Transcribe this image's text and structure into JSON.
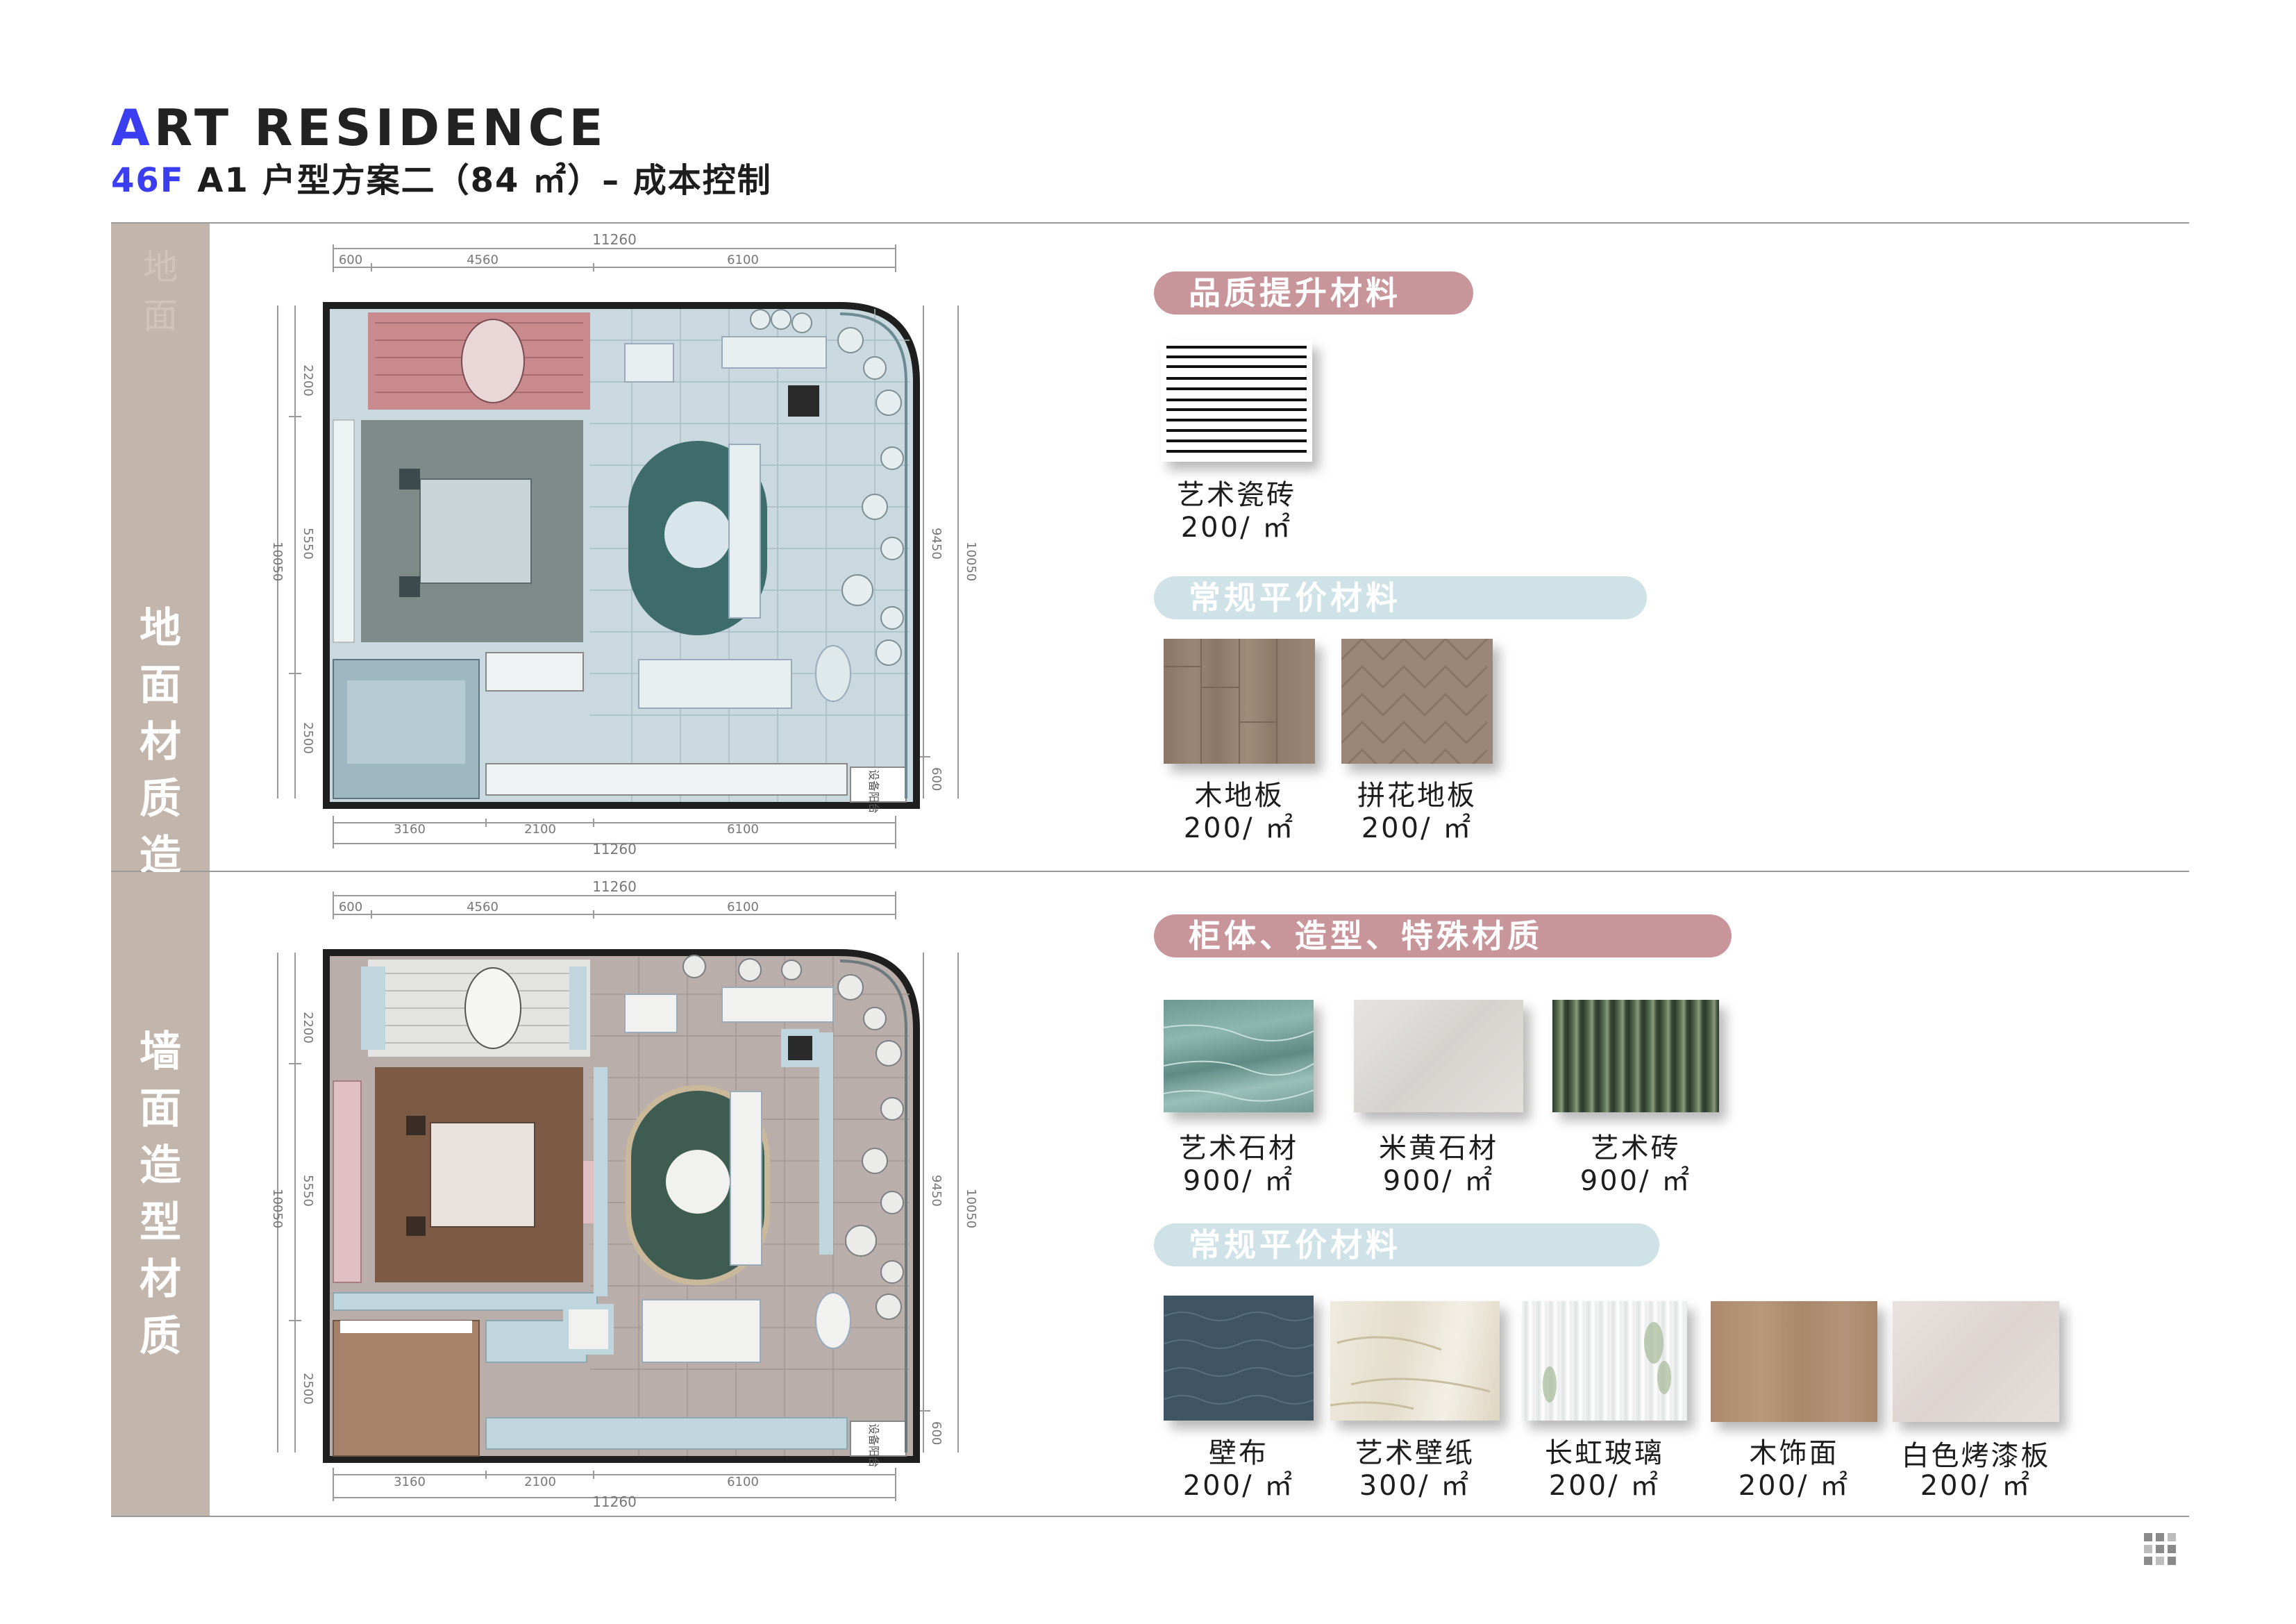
{
  "header": {
    "brand_first": "A",
    "brand_rest": "RT RESIDENCE",
    "subtitle_code": "46F",
    "subtitle_rest": " A1 户型方案二（84 ㎡）– 成本控制"
  },
  "floor_section": {
    "band_label": "地面材质造型",
    "ghost_label": "地面",
    "plan": {
      "dims_top": {
        "total": "11260",
        "a": "600",
        "b": "4560",
        "c": "6100"
      },
      "dims_bottom": {
        "a": "3160",
        "b": "2100",
        "c": "6100",
        "total": "11260"
      },
      "dims_left": {
        "top": "2200",
        "mid": "5550",
        "total": "10050",
        "bottom": "2500"
      },
      "dims_right": {
        "mid": "9450",
        "total": "10050",
        "bottom": "600"
      },
      "room_label": "设备阳台"
    },
    "groups": [
      {
        "title": "品质提升材料",
        "style": "pink",
        "materials": [
          {
            "name": "艺术瓷砖",
            "price": "200/ ㎡",
            "swatch": "stripes"
          }
        ]
      },
      {
        "title": "常规平价材料",
        "style": "blue",
        "materials": [
          {
            "name": "木地板",
            "price": "200/ ㎡",
            "swatch": "wood-floor"
          },
          {
            "name": "拼花地板",
            "price": "200/ ㎡",
            "swatch": "herringbone"
          }
        ]
      }
    ]
  },
  "wall_section": {
    "band_label": "墙面造型材质",
    "plan": {
      "dims_top": {
        "total": "11260",
        "a": "600",
        "b": "4560",
        "c": "6100"
      },
      "dims_bottom": {
        "a": "3160",
        "b": "2100",
        "c": "6100",
        "total": "11260"
      },
      "dims_left": {
        "top": "2200",
        "mid": "5550",
        "total": "10050",
        "bottom": "2500"
      },
      "dims_right": {
        "mid": "9450",
        "total": "10050",
        "bottom": "600"
      },
      "room_label": "设备阳台"
    },
    "groups": [
      {
        "title": "柜体、造型、特殊材质",
        "style": "pink",
        "materials": [
          {
            "name": "艺术石材",
            "price": "900/ ㎡",
            "swatch": "green-marble"
          },
          {
            "name": "米黄石材",
            "price": "900/ ㎡",
            "swatch": "beige-stone"
          },
          {
            "name": "艺术砖",
            "price": "900/ ㎡",
            "swatch": "green-brick"
          }
        ]
      },
      {
        "title": "常规平价材料",
        "style": "blue",
        "materials": [
          {
            "name": "壁布",
            "price": "200/ ㎡",
            "swatch": "wall-cloth"
          },
          {
            "name": "艺术壁纸",
            "price": "300/ ㎡",
            "swatch": "art-wallpaper"
          },
          {
            "name": "长虹玻璃",
            "price": "200/ ㎡",
            "swatch": "fluted-glass"
          },
          {
            "name": "木饰面",
            "price": "200/ ㎡",
            "swatch": "wood-veneer"
          },
          {
            "name": "白色烤漆板",
            "price": "200/ ㎡",
            "swatch": "white-lacquer"
          }
        ]
      }
    ]
  },
  "colors": {
    "accent_blue": "#3a3df0",
    "band": "#c2b5ab",
    "pill_pink": "#c8959a",
    "pill_blue": "#cfe2e8"
  }
}
